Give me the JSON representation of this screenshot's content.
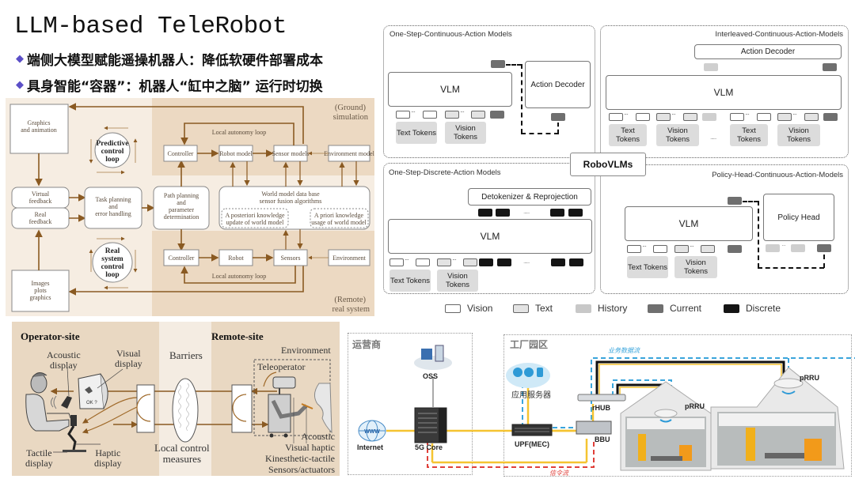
{
  "header": {
    "title": "LLM-based TeleRobot",
    "bullets": [
      "端侧大模型赋能遥操机器人：降低软硬件部署成本",
      "具身智能“容器”：机器人“缸中之脑” 运行时切换"
    ],
    "bullet_icon": "diamond-bullet-icon"
  },
  "telerobot_control": {
    "corner_top": [
      "(Ground)",
      "simulation"
    ],
    "corner_bottom": [
      "(Remote)",
      "real system"
    ],
    "left_boxes": {
      "graphics": [
        "Graphics",
        "and animation"
      ],
      "virtual_feedback": [
        "Virtual",
        "feedback"
      ],
      "real_feedback": [
        "Real",
        "feedback"
      ],
      "images": [
        "Images",
        "plots",
        "graphics"
      ]
    },
    "task_planning": [
      "Task planning",
      "and",
      "error handling"
    ],
    "path_planning": [
      "Path planning",
      "and",
      "parameter",
      "determination"
    ],
    "predictive_loop": [
      "Predictive",
      "control",
      "loop"
    ],
    "real_loop": [
      "Real",
      "system",
      "control",
      "loop"
    ],
    "sim_row": [
      "Controller",
      "Robot model",
      "Sensor models",
      "Environment model"
    ],
    "real_row": [
      "Controller",
      "Robot",
      "Sensors",
      "Environment"
    ],
    "local_loop_label": "Local autonomy loop",
    "world_model": [
      "World model data base",
      "sensor fusion algorithms"
    ],
    "posteriori": [
      "A posteriori knowledge",
      "update of world model"
    ],
    "priori": [
      "A priori knowledge",
      "usage of world model"
    ]
  },
  "robovlms": {
    "center_label": "RoboVLMs",
    "one_step_continuous": {
      "title": "One-Step-Continuous-Action Models",
      "vlm": "VLM",
      "decoder": "Action Decoder",
      "text_tokens": "Text Tokens",
      "vision_tokens": "Vision Tokens"
    },
    "interleaved": {
      "title": "Interleaved-Continuous-Action-Models",
      "vlm": "VLM",
      "decoder": "Action Decoder",
      "text_tokens": "Text Tokens",
      "vision_tokens": "Vision Tokens",
      "ellipsis": "......"
    },
    "one_step_discrete": {
      "title": "One-Step-Discrete-Action Models",
      "vlm": "VLM",
      "detokenizer": "Detokenizer & Reprojection",
      "text_tokens": "Text Tokens",
      "vision_tokens": "Vision Tokens",
      "ellipsis": "......"
    },
    "policy_head": {
      "title": "Policy-Head-Continuous-Action-Models",
      "vlm": "VLM",
      "head": "Policy Head",
      "text_tokens": "Text Tokens",
      "vision_tokens": "Vision Tokens"
    },
    "legend": [
      {
        "label": "Vision",
        "color": "#ffffff"
      },
      {
        "label": "Text",
        "color": "#e3e3e3"
      },
      {
        "label": "History",
        "color": "#c8c8c8"
      },
      {
        "label": "Current",
        "color": "#6f6f6f"
      },
      {
        "label": "Discrete",
        "color": "#151515"
      }
    ]
  },
  "teleoperation_sites": {
    "operator_site": "Operator-site",
    "remote_site": "Remote-site",
    "barriers": "Barriers",
    "acoustic_display": [
      "Acoustic",
      "display"
    ],
    "visual_display": [
      "Visual",
      "display"
    ],
    "tactile_display": [
      "Tactile",
      "display"
    ],
    "haptic_display": [
      "Haptic",
      "display"
    ],
    "local_control": [
      "Local control",
      "measures"
    ],
    "environment": "Environment",
    "teleoperator": "Teleoperator",
    "sensors": [
      "Acoustic",
      "Visual haptic",
      "Kinesthetic-tactile",
      "Sensors/actuators"
    ],
    "screen_text": "OK ?"
  },
  "network": {
    "operator_zone": "运营商",
    "factory_zone": "工厂园区",
    "nodes": {
      "oss": "OSS",
      "internet": "Internet",
      "www": "WWW",
      "core": "5G Core",
      "app_server": "应用服务器",
      "upf": "UPF(MEC)",
      "bbu": "BBU",
      "rhub": "rHUB",
      "prru1": "pRRU",
      "prru2": "pRRU"
    },
    "data_flow_label": "业务数据流",
    "signal_flow_label": "信令流",
    "colors": {
      "data_line": "#f5c431",
      "data_flow": "#3aa5dc",
      "signal_flow": "#e0403a"
    }
  }
}
